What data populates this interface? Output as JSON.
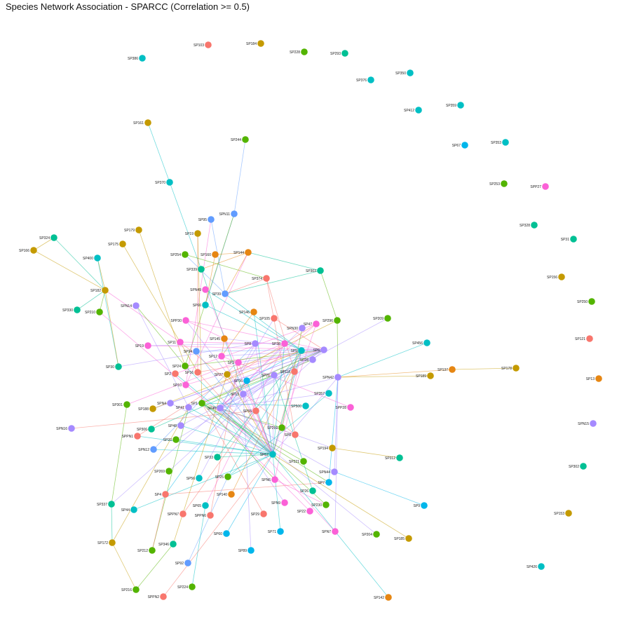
{
  "title": "Species Network Association - SPARCC (Correlation >= 0.5)",
  "palette": {
    "a": "#F8766D",
    "b": "#C49A00",
    "c": "#53B400",
    "d": "#00C094",
    "e": "#00B6EB",
    "f": "#A58AFF",
    "g": "#FB61D7",
    "h": "#E68613",
    "i": "#619CFF",
    "j": "#00BFC4"
  },
  "nodes": [
    {
      "id": "SP103",
      "c": "a"
    },
    {
      "id": "SP184",
      "c": "b"
    },
    {
      "id": "SP228",
      "c": "c"
    },
    {
      "id": "SP293",
      "c": "d"
    },
    {
      "id": "SP386",
      "c": "j"
    },
    {
      "id": "SP376",
      "c": "j"
    },
    {
      "id": "SP350",
      "c": "j"
    },
    {
      "id": "SP412",
      "c": "j"
    },
    {
      "id": "SP359",
      "c": "j"
    },
    {
      "id": "SP161",
      "c": "b"
    },
    {
      "id": "SP244",
      "c": "c"
    },
    {
      "id": "SP67",
      "c": "e"
    },
    {
      "id": "SP353",
      "c": "j"
    },
    {
      "id": "SP370",
      "c": "j"
    },
    {
      "id": "SP253",
      "c": "c"
    },
    {
      "id": "SPP27",
      "c": "g"
    },
    {
      "id": "SPN11",
      "c": "i"
    },
    {
      "id": "SP95",
      "c": "i"
    },
    {
      "id": "SP328",
      "c": "d"
    },
    {
      "id": "SP179",
      "c": "b"
    },
    {
      "id": "SP19",
      "c": "b"
    },
    {
      "id": "SP324",
      "c": "d"
    },
    {
      "id": "SP31",
      "c": "d"
    },
    {
      "id": "SP175",
      "c": "b"
    },
    {
      "id": "SP166",
      "c": "b"
    },
    {
      "id": "SP254",
      "c": "c"
    },
    {
      "id": "SP160",
      "c": "h"
    },
    {
      "id": "SP144",
      "c": "h"
    },
    {
      "id": "SP400",
      "c": "j"
    },
    {
      "id": "SP339",
      "c": "d"
    },
    {
      "id": "SP303",
      "c": "d"
    },
    {
      "id": "SP156",
      "c": "b"
    },
    {
      "id": "SP374",
      "c": "a"
    },
    {
      "id": "SP182",
      "c": "b"
    },
    {
      "id": "SPN49",
      "c": "g"
    },
    {
      "id": "SP250",
      "c": "c"
    },
    {
      "id": "SP330",
      "c": "d"
    },
    {
      "id": "SP210",
      "c": "c"
    },
    {
      "id": "SPN14",
      "c": "f"
    },
    {
      "id": "SP146",
      "c": "h"
    },
    {
      "id": "SP105",
      "c": "a"
    },
    {
      "id": "SPP30",
      "c": "g"
    },
    {
      "id": "SP296",
      "c": "c"
    },
    {
      "id": "SP209",
      "c": "c"
    },
    {
      "id": "SPN30",
      "c": "f"
    },
    {
      "id": "SP121",
      "c": "a"
    },
    {
      "id": "SP19b",
      "c": "g"
    },
    {
      "id": "SP11",
      "c": "g"
    },
    {
      "id": "SP145",
      "c": "h"
    },
    {
      "id": "SP456",
      "c": "j"
    },
    {
      "id": "SP30",
      "c": "d"
    },
    {
      "id": "SP137",
      "c": "h"
    },
    {
      "id": "SP178",
      "c": "b"
    },
    {
      "id": "SP189",
      "c": "b"
    },
    {
      "id": "SPN42",
      "c": "f"
    },
    {
      "id": "SP13",
      "c": "h"
    },
    {
      "id": "SP118",
      "c": "a"
    },
    {
      "id": "SP301",
      "c": "c"
    },
    {
      "id": "SP188",
      "c": "b"
    },
    {
      "id": "SP357",
      "c": "j"
    },
    {
      "id": "SPP28",
      "c": "g"
    },
    {
      "id": "SP500",
      "c": "j"
    },
    {
      "id": "SPN16",
      "c": "f"
    },
    {
      "id": "SPN15",
      "c": "f"
    },
    {
      "id": "SP306",
      "c": "d"
    },
    {
      "id": "SPPN1",
      "c": "a"
    },
    {
      "id": "SP219",
      "c": "c"
    },
    {
      "id": "SP8",
      "c": "a"
    },
    {
      "id": "SPN12",
      "c": "i"
    },
    {
      "id": "SP194",
      "c": "b"
    },
    {
      "id": "SP312",
      "c": "d"
    },
    {
      "id": "SP269",
      "c": "c"
    },
    {
      "id": "SP302",
      "c": "d"
    },
    {
      "id": "SP221",
      "c": "c"
    },
    {
      "id": "SPN44",
      "c": "f"
    },
    {
      "id": "SP56",
      "c": "j"
    },
    {
      "id": "SP4",
      "c": "a"
    },
    {
      "id": "SP337",
      "c": "d"
    },
    {
      "id": "SP44",
      "c": "j"
    },
    {
      "id": "SPPN7",
      "c": "a"
    },
    {
      "id": "SPPN6",
      "c": "a"
    },
    {
      "id": "SP65",
      "c": "j"
    },
    {
      "id": "SP29",
      "c": "a"
    },
    {
      "id": "SPN9",
      "c": "g"
    },
    {
      "id": "SP230",
      "c": "c"
    },
    {
      "id": "SP9",
      "c": "e"
    },
    {
      "id": "SP153",
      "c": "b"
    },
    {
      "id": "SP172",
      "c": "b"
    },
    {
      "id": "SP346",
      "c": "d"
    },
    {
      "id": "SP212",
      "c": "c"
    },
    {
      "id": "SP60",
      "c": "e"
    },
    {
      "id": "SP71",
      "c": "e"
    },
    {
      "id": "SP22",
      "c": "g"
    },
    {
      "id": "SPN7",
      "c": "g"
    },
    {
      "id": "SP204",
      "c": "c"
    },
    {
      "id": "SP185",
      "c": "b"
    },
    {
      "id": "SP89",
      "c": "e"
    },
    {
      "id": "SP92",
      "c": "i"
    },
    {
      "id": "SP426",
      "c": "j"
    },
    {
      "id": "SP224",
      "c": "c"
    },
    {
      "id": "SP216",
      "c": "c"
    },
    {
      "id": "SPPN2",
      "c": "a"
    },
    {
      "id": "SP142",
      "c": "h"
    },
    {
      "id": "SP140",
      "c": "h"
    },
    {
      "id": "SP7",
      "c": "e"
    },
    {
      "id": "SP26",
      "c": "d"
    },
    {
      "id": "SP28",
      "c": "f"
    },
    {
      "id": "SP24",
      "c": "c"
    },
    {
      "id": "SP2",
      "c": "a"
    },
    {
      "id": "SP10",
      "c": "g"
    },
    {
      "id": "SP41",
      "c": "f"
    },
    {
      "id": "SP16",
      "c": "a"
    },
    {
      "id": "SP48",
      "c": "f"
    },
    {
      "id": "SPN4",
      "c": "f"
    },
    {
      "id": "SP20",
      "c": "c"
    },
    {
      "id": "SP94",
      "c": "i"
    },
    {
      "id": "SP66",
      "c": "j"
    },
    {
      "id": "SP12",
      "c": "g"
    },
    {
      "id": "SP40",
      "c": "f"
    },
    {
      "id": "SP33",
      "c": "d"
    },
    {
      "id": "SPN6",
      "c": "g"
    },
    {
      "id": "SP13b",
      "c": "f"
    },
    {
      "id": "SP25",
      "c": "c"
    },
    {
      "id": "SP55",
      "c": "a"
    },
    {
      "id": "SP27",
      "c": "b"
    },
    {
      "id": "SP36",
      "c": "e"
    },
    {
      "id": "SP21",
      "c": "f"
    },
    {
      "id": "SP5",
      "c": "j"
    },
    {
      "id": "SP6",
      "c": "f"
    },
    {
      "id": "SP62",
      "c": "j"
    },
    {
      "id": "SP1",
      "c": "c"
    },
    {
      "id": "SP3",
      "c": "g"
    },
    {
      "id": "SP8b",
      "c": "f"
    },
    {
      "id": "SP38",
      "c": "g"
    },
    {
      "id": "SP39",
      "c": "i"
    },
    {
      "id": "SP47",
      "c": "g"
    }
  ],
  "labels": {
    "SP19b": "SP19",
    "SP13b": "SP13",
    "SP8b": "SP8",
    "SPP30": "SPP30",
    "SP11": "SP11"
  }
}
